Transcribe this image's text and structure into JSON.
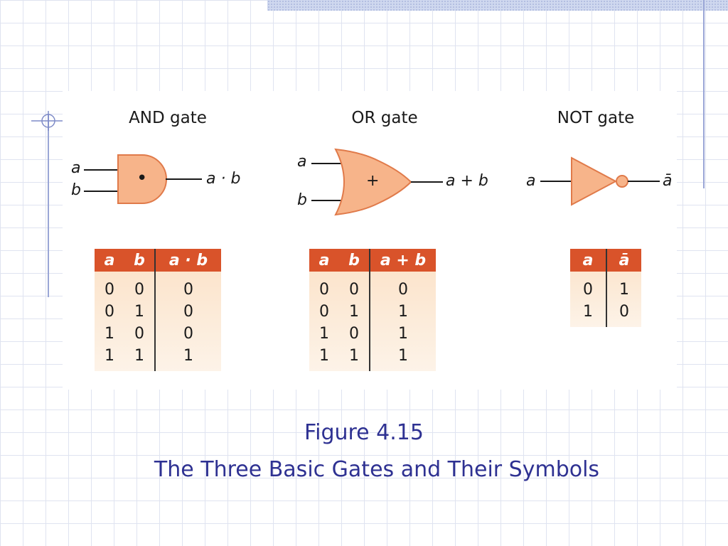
{
  "figure": {
    "and_gate": {
      "title": "AND gate",
      "input_a": "a",
      "input_b": "b",
      "symbol": "•",
      "output": "a · b",
      "table": {
        "headers": [
          "a",
          "b",
          "a · b"
        ],
        "rows": [
          [
            "0",
            "0",
            "0"
          ],
          [
            "0",
            "1",
            "0"
          ],
          [
            "1",
            "0",
            "0"
          ],
          [
            "1",
            "1",
            "1"
          ]
        ]
      }
    },
    "or_gate": {
      "title": "OR gate",
      "input_a": "a",
      "input_b": "b",
      "symbol": "+",
      "output": "a + b",
      "table": {
        "headers": [
          "a",
          "b",
          "a + b"
        ],
        "rows": [
          [
            "0",
            "0",
            "0"
          ],
          [
            "0",
            "1",
            "1"
          ],
          [
            "1",
            "0",
            "1"
          ],
          [
            "1",
            "1",
            "1"
          ]
        ]
      }
    },
    "not_gate": {
      "title": "NOT gate",
      "input_a": "a",
      "output": "ā",
      "table": {
        "headers": [
          "a",
          "ā"
        ],
        "rows": [
          [
            "0",
            "1"
          ],
          [
            "1",
            "0"
          ]
        ]
      }
    },
    "colors": {
      "gate_fill": "#f7b48a",
      "gate_stroke": "#e07a4a",
      "table_header": "#d9532a",
      "caption": "#2e3192"
    }
  },
  "caption": {
    "line1": "Figure 4.15",
    "line2": "The Three Basic Gates and Their Symbols"
  }
}
